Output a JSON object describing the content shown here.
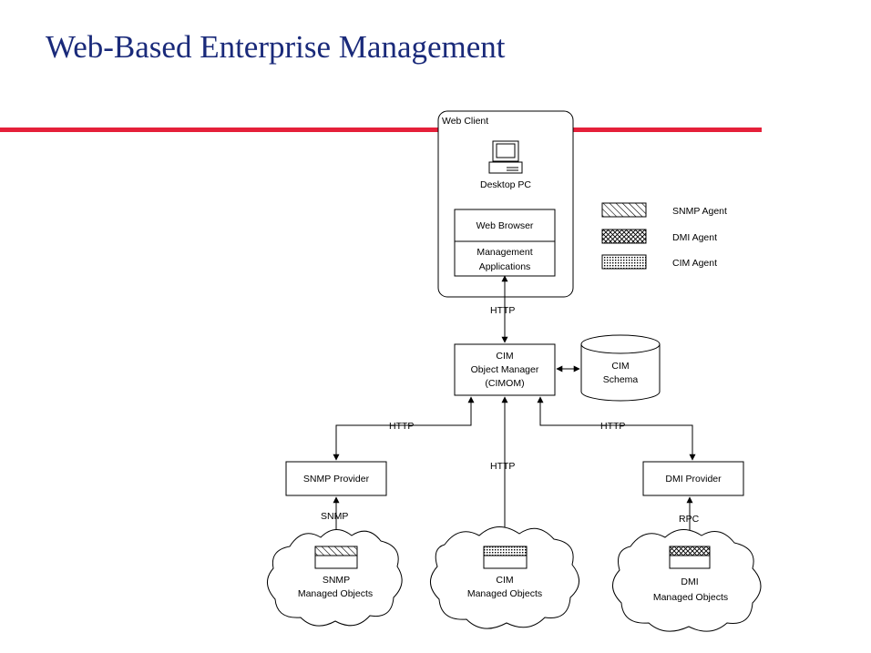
{
  "title": "Web-Based Enterprise Management",
  "colors": {
    "title": "#1a2a7a",
    "rule": "#e5203a"
  },
  "diagram": {
    "web_client": "Web Client",
    "desktop_pc": "Desktop PC",
    "web_browser": "Web Browser",
    "management_apps": [
      "Management",
      "Applications"
    ],
    "http_top": "HTTP",
    "cimom": [
      "CIM",
      "Object Manager",
      "(CIMOM)"
    ],
    "cim_schema": [
      "CIM",
      "Schema"
    ],
    "http_left": "HTTP",
    "http_right": "HTTP",
    "http_middle": "HTTP",
    "snmp_provider": "SNMP Provider",
    "dmi_provider": "DMI Provider",
    "snmp": "SNMP",
    "rpc": "RPC",
    "snmp_objects": [
      "SNMP",
      "Managed Objects"
    ],
    "cim_objects": [
      "CIM",
      "Managed Objects"
    ],
    "dmi_objects": [
      "DMI",
      "Managed Objects"
    ]
  },
  "legend": [
    {
      "label": "SNMP Agent",
      "pattern": "hatch"
    },
    {
      "label": "DMI Agent",
      "pattern": "cross"
    },
    {
      "label": "CIM Agent",
      "pattern": "dots"
    }
  ]
}
